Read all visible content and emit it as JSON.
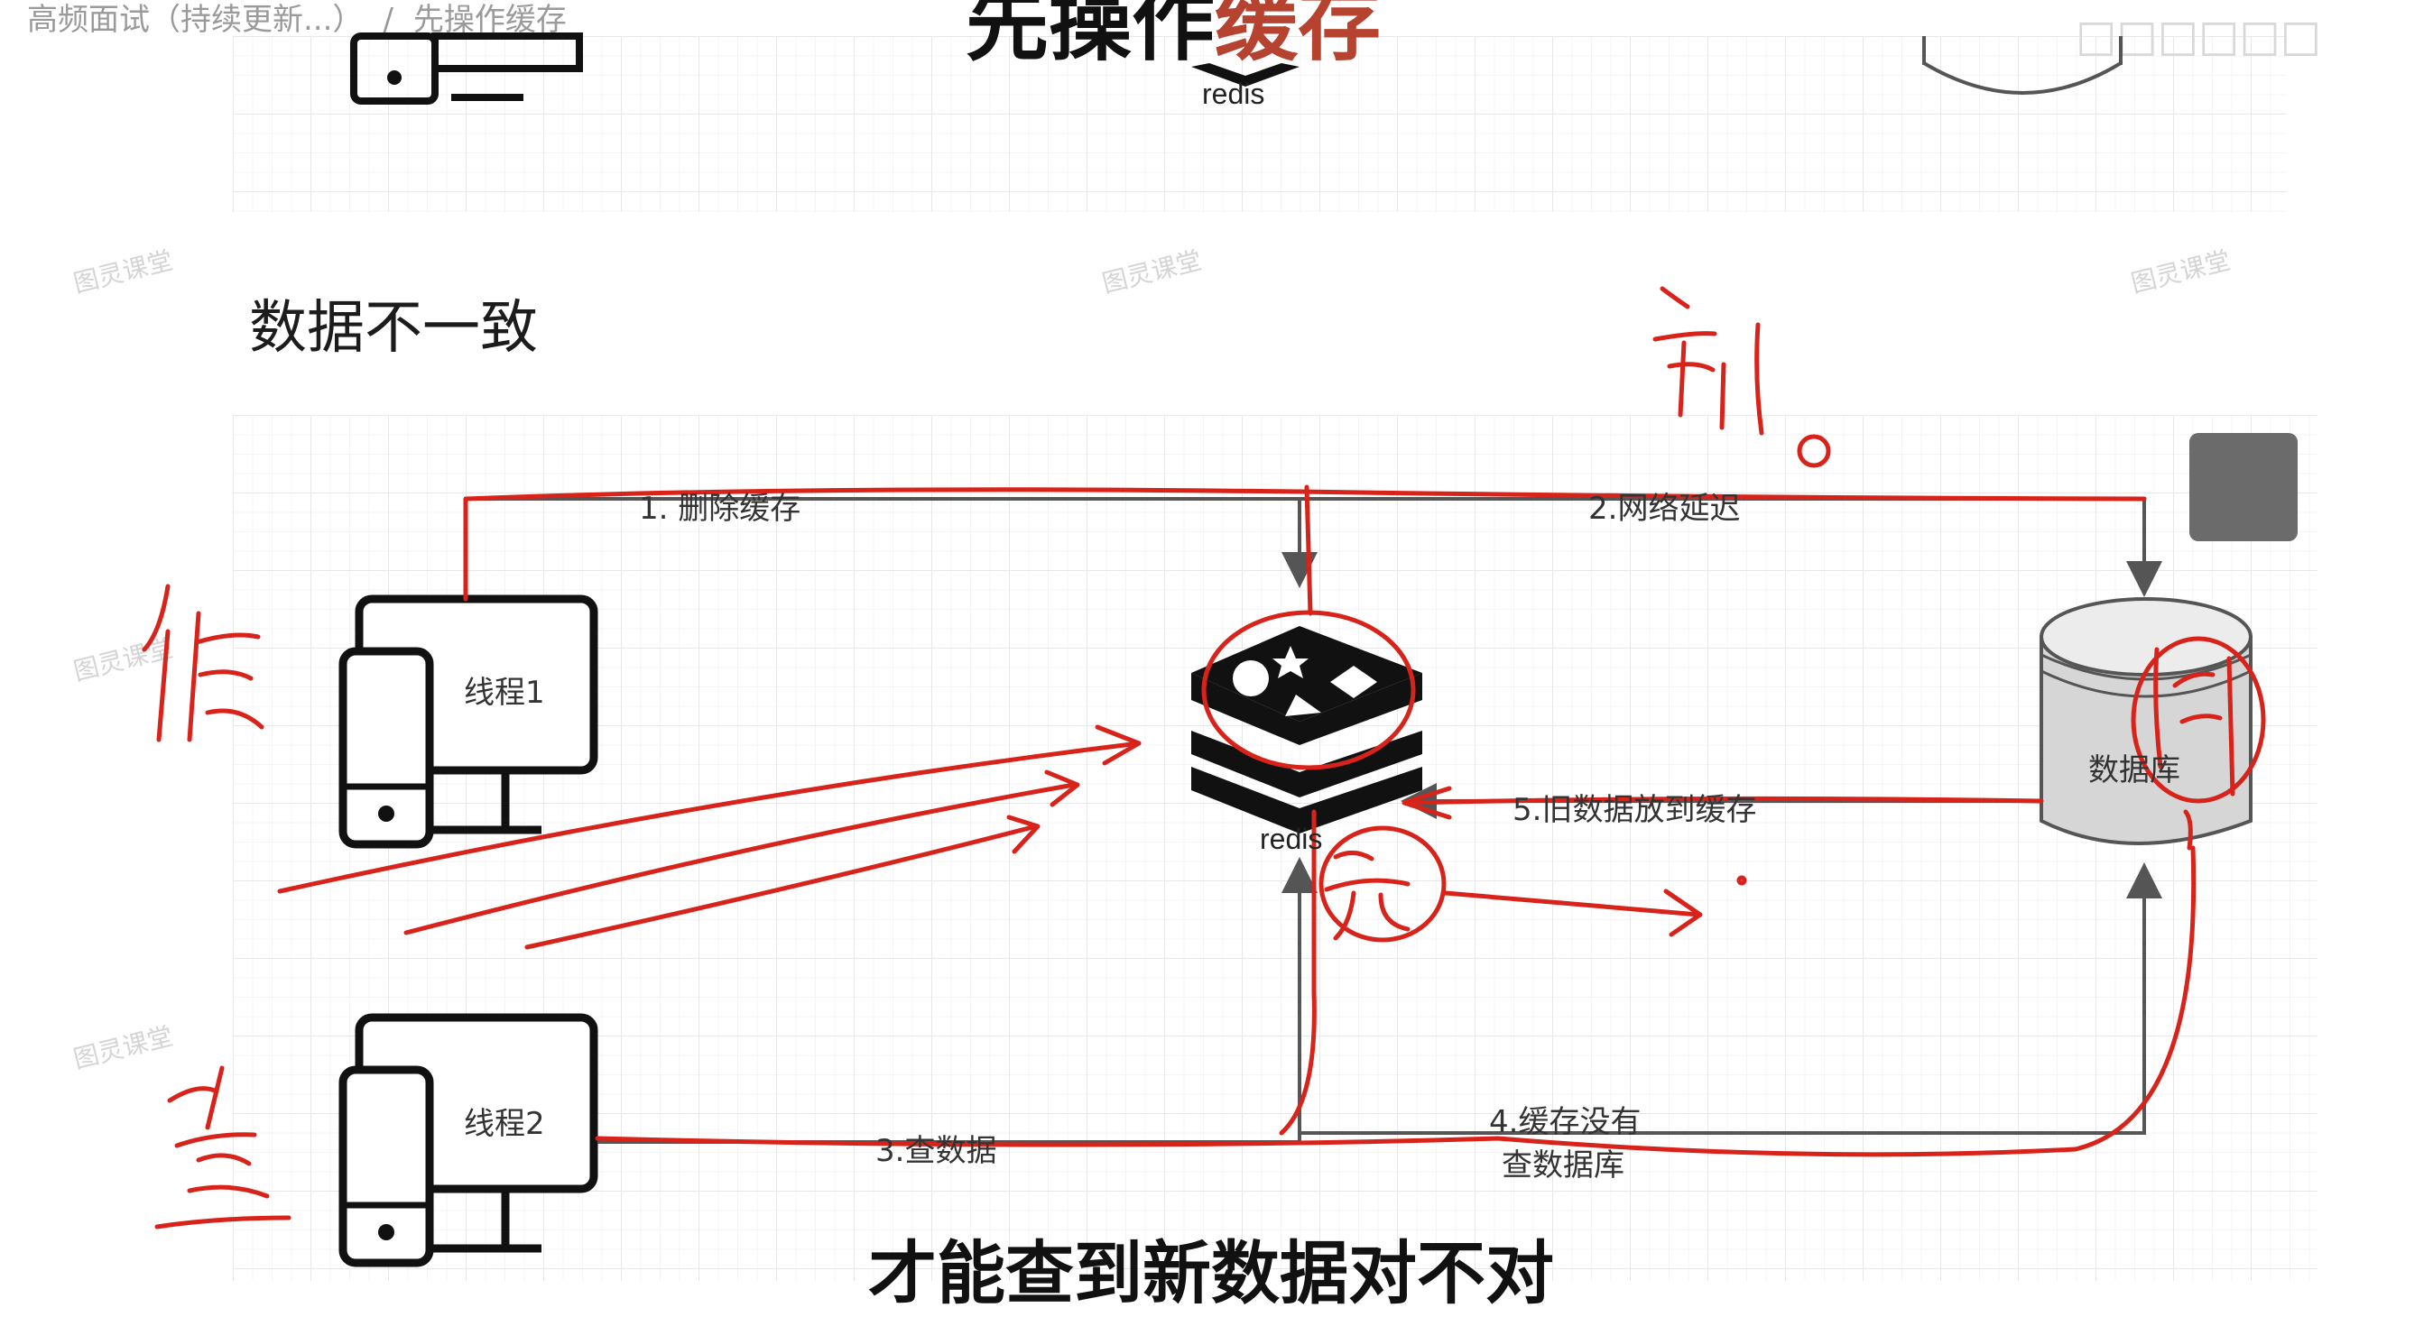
{
  "breadcrumb": {
    "parent": "高频面试（持续更新...）",
    "separator": "/",
    "current": "先操作缓存"
  },
  "slide_title": {
    "part1": "先操作",
    "part2": "缓存",
    "accent_color": "#b5432f"
  },
  "top_right_watermark": "□□□□□□",
  "heading": "数据不一致",
  "watermark_text": "图灵课堂",
  "diagram": {
    "thread1_label": "线程1",
    "thread2_label": "线程2",
    "redis_caption": "redis",
    "database_label": "数据库",
    "step1": "1. 删除缓存",
    "step2": "2.网络延迟",
    "step3": "3.查数据",
    "step4_line1": "4.缓存没有",
    "step4_line2": "查数据库",
    "step5": "5.旧数据放到缓存"
  },
  "subtitle": "才能查到新数据对不对",
  "icons": {
    "expand": "expand-icon"
  },
  "colors": {
    "annotation": "#d8231a",
    "line": "#555555"
  }
}
